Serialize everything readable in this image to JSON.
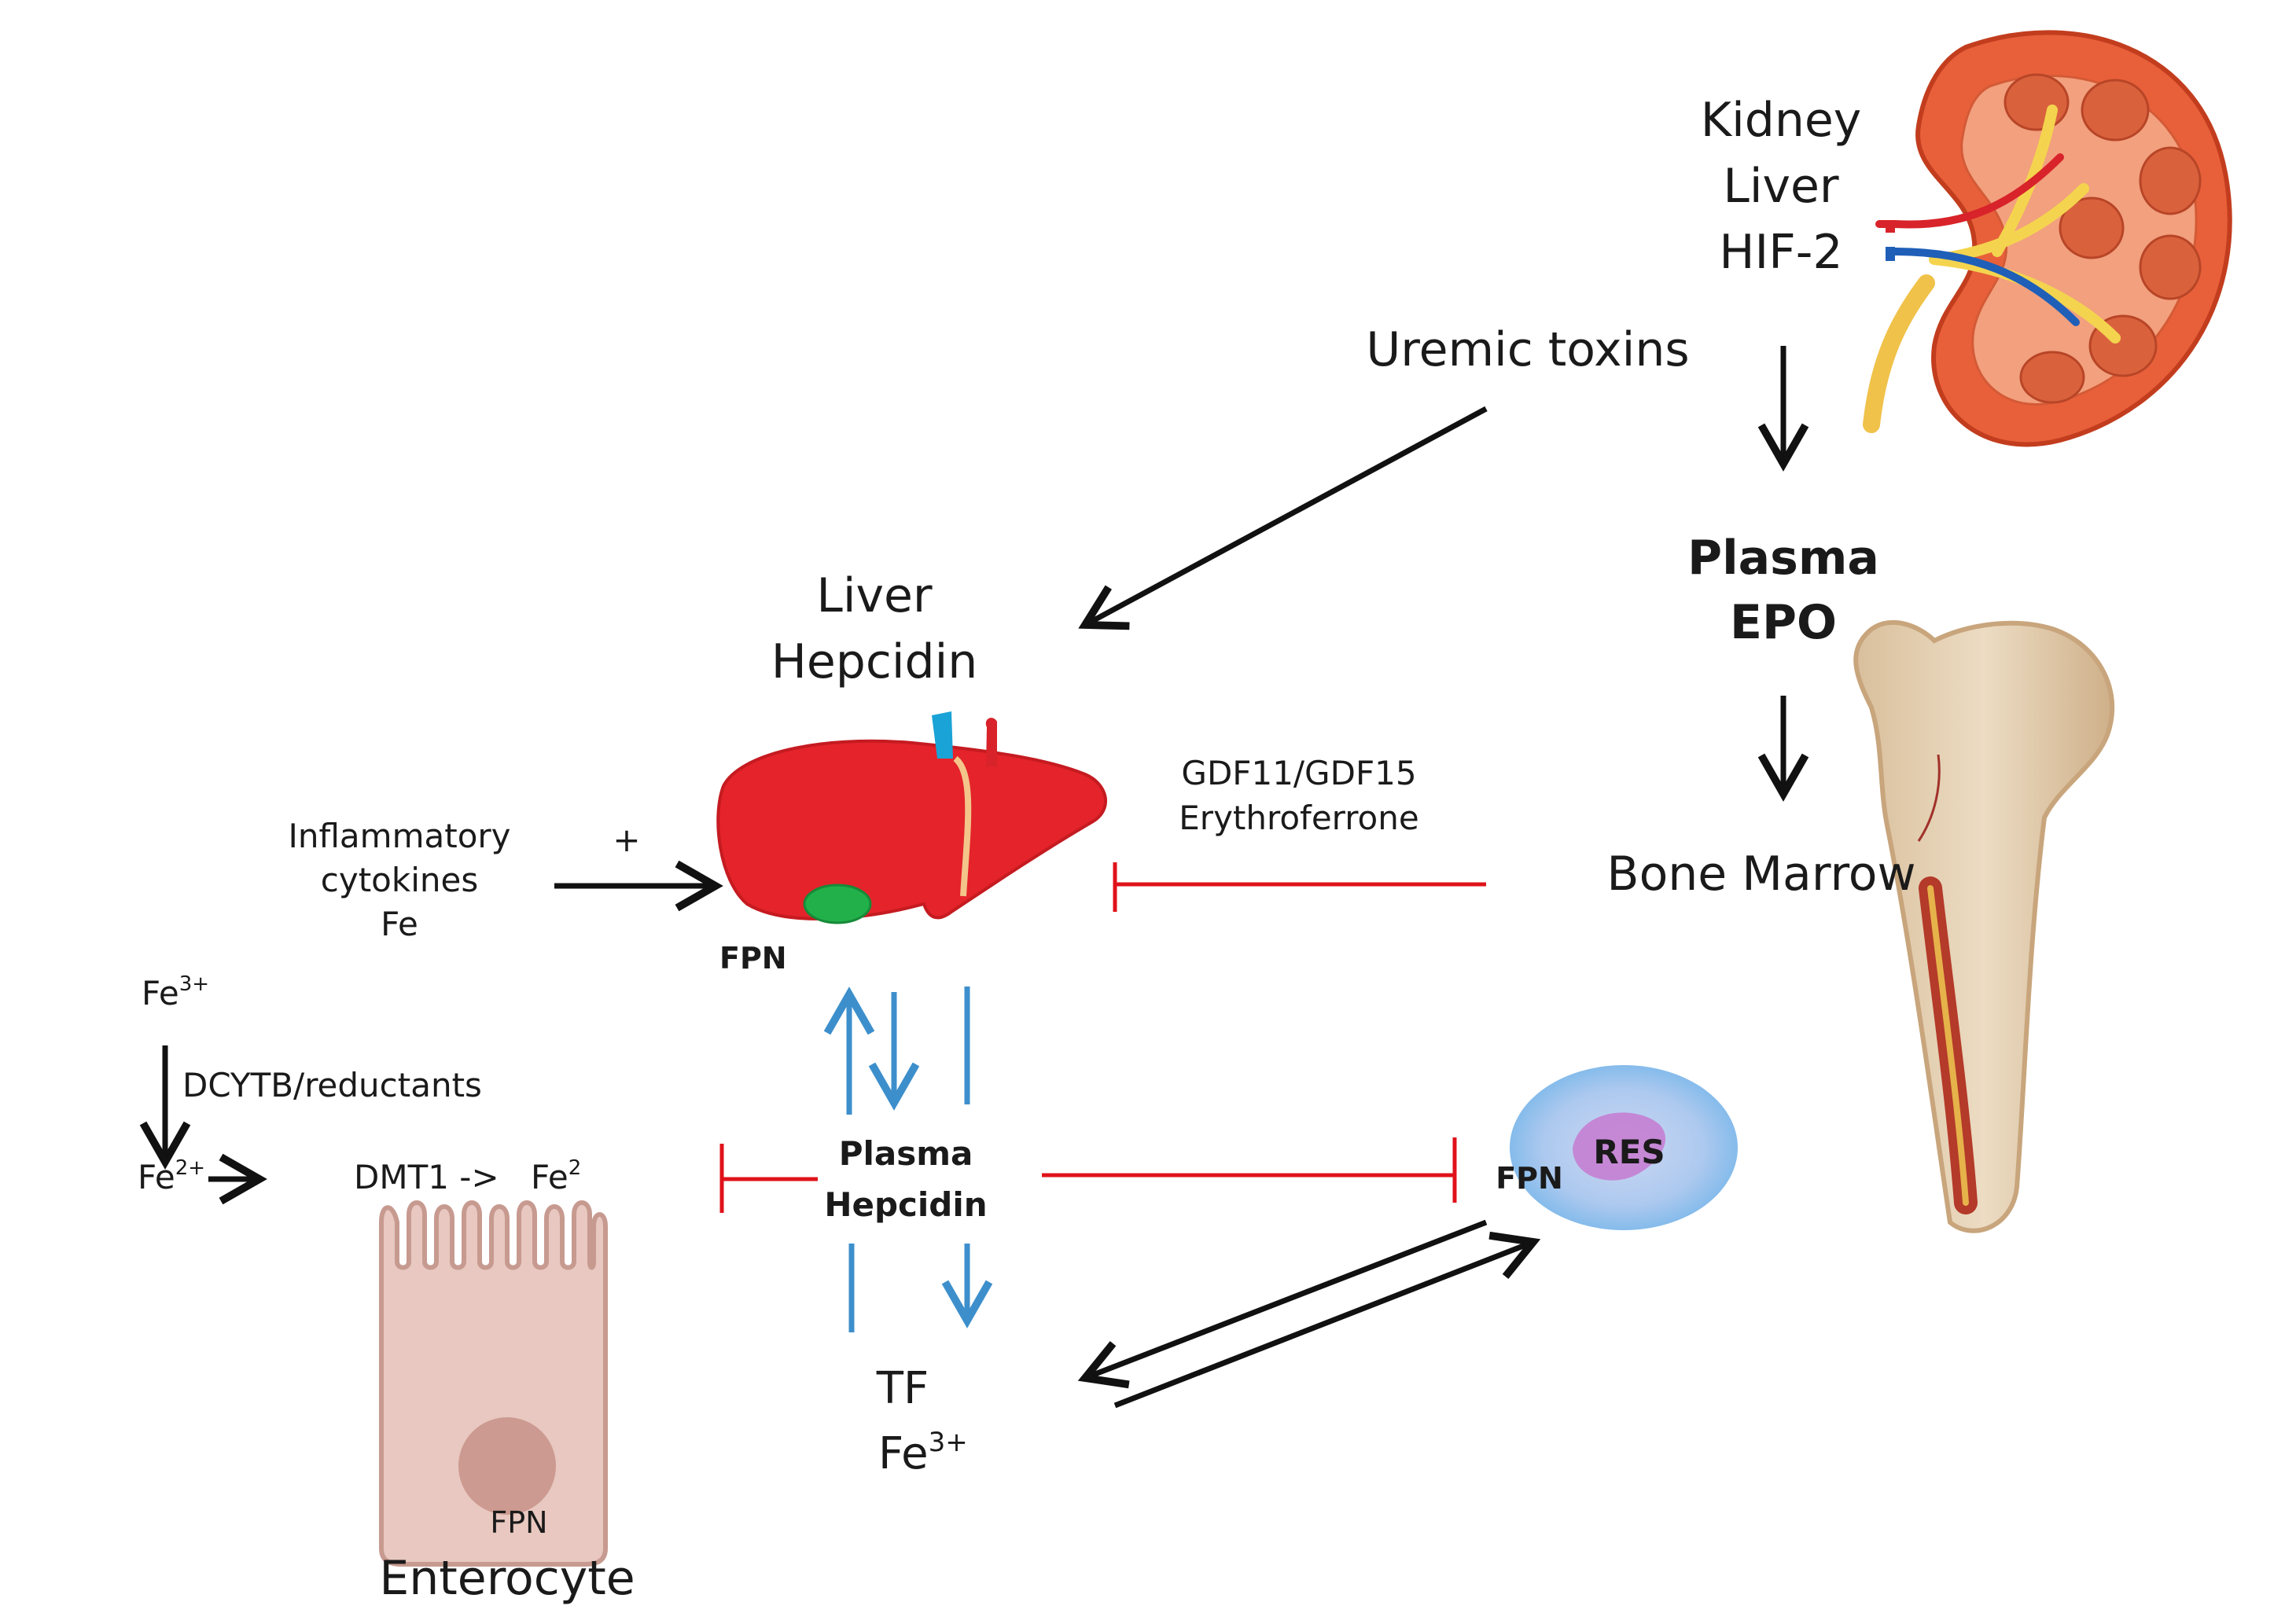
{
  "kidney": {
    "line1": "Kidney",
    "line2": "Liver",
    "line3": "HIF-2"
  },
  "uremic_toxins": "Uremic toxins",
  "plasma_epo": {
    "line1": "Plasma",
    "line2": "EPO"
  },
  "bone_marrow": "Bone Marrow",
  "liver_hepcidin": {
    "line1": "Liver",
    "line2": "Hepcidin"
  },
  "erythroid_factors": {
    "line1": "GDF11/GDF15",
    "line2": "Erythroferrone"
  },
  "inflammatory": {
    "line1": "Inflammatory",
    "line2": "cytokines",
    "line3": "Fe",
    "sign": "+"
  },
  "liver_fpn": "FPN",
  "fe3": {
    "base": "Fe",
    "sup": "3+"
  },
  "dcytb": "DCYTB/reductants",
  "fe2": {
    "base": "Fe",
    "sup": "2+"
  },
  "dmt1": {
    "text": "DMT1 ->",
    "fe_base": "Fe",
    "fe_sup": "2"
  },
  "plasma_hepcidin": {
    "line1": "Plasma",
    "line2": "Hepcidin"
  },
  "res": {
    "label": "RES",
    "fpn": "FPN"
  },
  "tf": {
    "line1": "TF",
    "fe_base": "Fe",
    "fe_sup": "3+"
  },
  "enterocyte": {
    "label": "Enterocyte",
    "fpn": "FPN"
  },
  "colors": {
    "activation": "#111111",
    "inhibition": "#e0121a",
    "flux": "#3d8fcc"
  }
}
